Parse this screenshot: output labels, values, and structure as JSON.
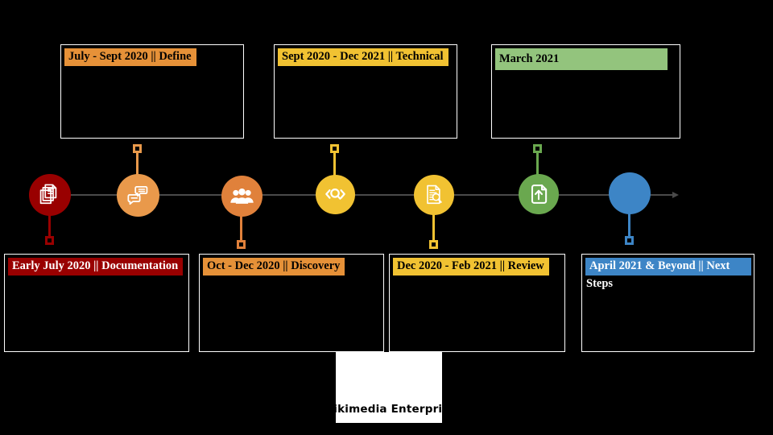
{
  "background": "#000000",
  "milestones": {
    "define": {
      "label": "July - Sept 2020 || Define",
      "color": "#E69138",
      "text_color": "#000000"
    },
    "technical": {
      "label": "Sept 2020 - Dec 2021 || Technical",
      "color": "#F1C232",
      "text_color": "#000000"
    },
    "march": {
      "label": "March 2021",
      "color": "#93C47D",
      "text_color": "#000000"
    },
    "documentation": {
      "label": "Early July 2020 || Documentation",
      "color": "#990000",
      "text_color": "#FFFFFF"
    },
    "discovery": {
      "label": "Oct - Dec 2020 || Discovery",
      "color": "#E69138",
      "text_color": "#000000"
    },
    "review": {
      "label": "Dec 2020 - Feb 2021 || Review",
      "color": "#F1C232",
      "text_color": "#000000"
    },
    "next_steps": {
      "label_line1": "April 2021 & Beyond || Next",
      "label_line2": "Steps",
      "color": "#3D85C6",
      "text_color": "#FFFFFF"
    }
  },
  "timeline": {
    "line_color": "#4a4a4a",
    "nodes": [
      {
        "icon": "stacked-documents-icon",
        "color": "#990000"
      },
      {
        "icon": "chat-bubbles-icon",
        "color": "#E9994B"
      },
      {
        "icon": "people-group-icon",
        "color": "#E0813B"
      },
      {
        "icon": "code-search-icon",
        "color": "#F1C232"
      },
      {
        "icon": "document-search-icon",
        "color": "#F1C232"
      },
      {
        "icon": "upload-icon",
        "color": "#6AA84F"
      },
      {
        "icon": "none",
        "color": "#3D85C6"
      }
    ]
  },
  "logo": {
    "text": "Wikimedia Enterprise",
    "bg": "#FFFFFF",
    "text_color": "#000000"
  }
}
